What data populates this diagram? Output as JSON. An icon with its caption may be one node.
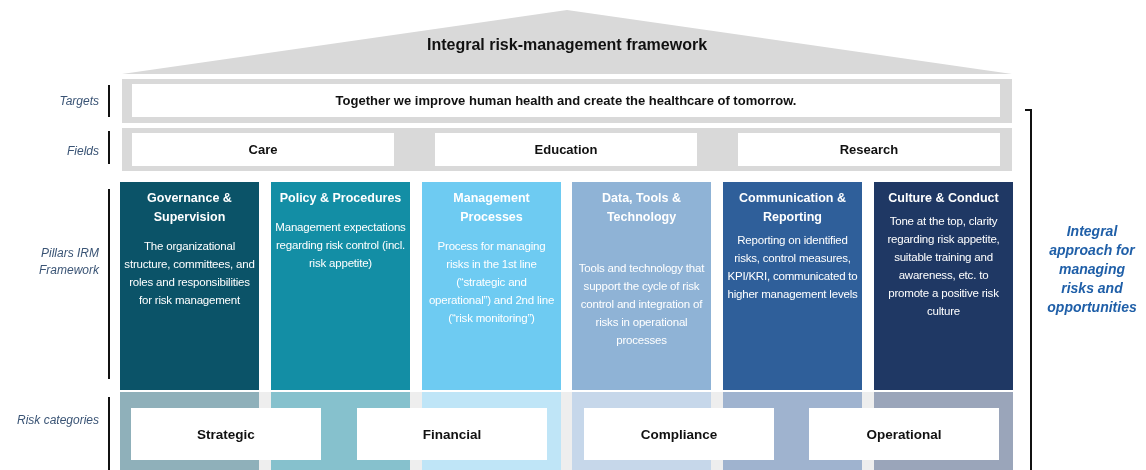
{
  "diagram": {
    "nodes": [
      {
        "text": [
          "Integral risk-management framework"
        ]
      },
      {
        "text": [],
        "shape": "bar"
      },
      {
        "text": [
          "Together we improve human health and create the healthcare of tomorrow."
        ],
        "in": 1
      },
      {
        "text": [],
        "shape": "bar"
      },
      {
        "text": [
          "Care"
        ],
        "in": 3
      },
      {
        "text": [
          "Education"
        ],
        "in": 3
      },
      {
        "text": [
          "Research"
        ],
        "in": 3
      },
      {
        "text": [
          "Governance & Supervision",
          "The organizational structure, committees, and roles and responsibilities for risk management"
        ]
      },
      {
        "text": [
          "Policy & Procedures",
          "Management expectations regarding risk control (incl. risk appetite)"
        ]
      },
      {
        "text": [
          "Management Processes",
          "Process for managing risks in the 1st line (“strategic and operational”) and 2nd line (“risk monitoring”)"
        ]
      },
      {
        "text": [
          "Data, Tools & Technology",
          "Tools and technology that support the cycle of risk control and integration of risks in operational processes"
        ]
      },
      {
        "text": [
          "Communication & Reporting",
          "Reporting on identified risks, control measures, KPI/KRI, communicated to higher management levels"
        ]
      },
      {
        "text": [
          "Culture & Conduct",
          "Tone at the top, clarity regarding risk appetite, suitable training and awareness, etc. to promote a positive risk culture"
        ]
      },
      {
        "text": [
          "Strategic"
        ]
      },
      {
        "text": [
          "Financial"
        ]
      },
      {
        "text": [
          "Compliance"
        ]
      },
      {
        "text": [
          "Operational"
        ]
      }
    ],
    "labels": [
      "Targets",
      "Fields",
      "Pillars IRM Framework",
      "Risk categories",
      "Integral approach for managing risks and opportunities"
    ]
  }
}
